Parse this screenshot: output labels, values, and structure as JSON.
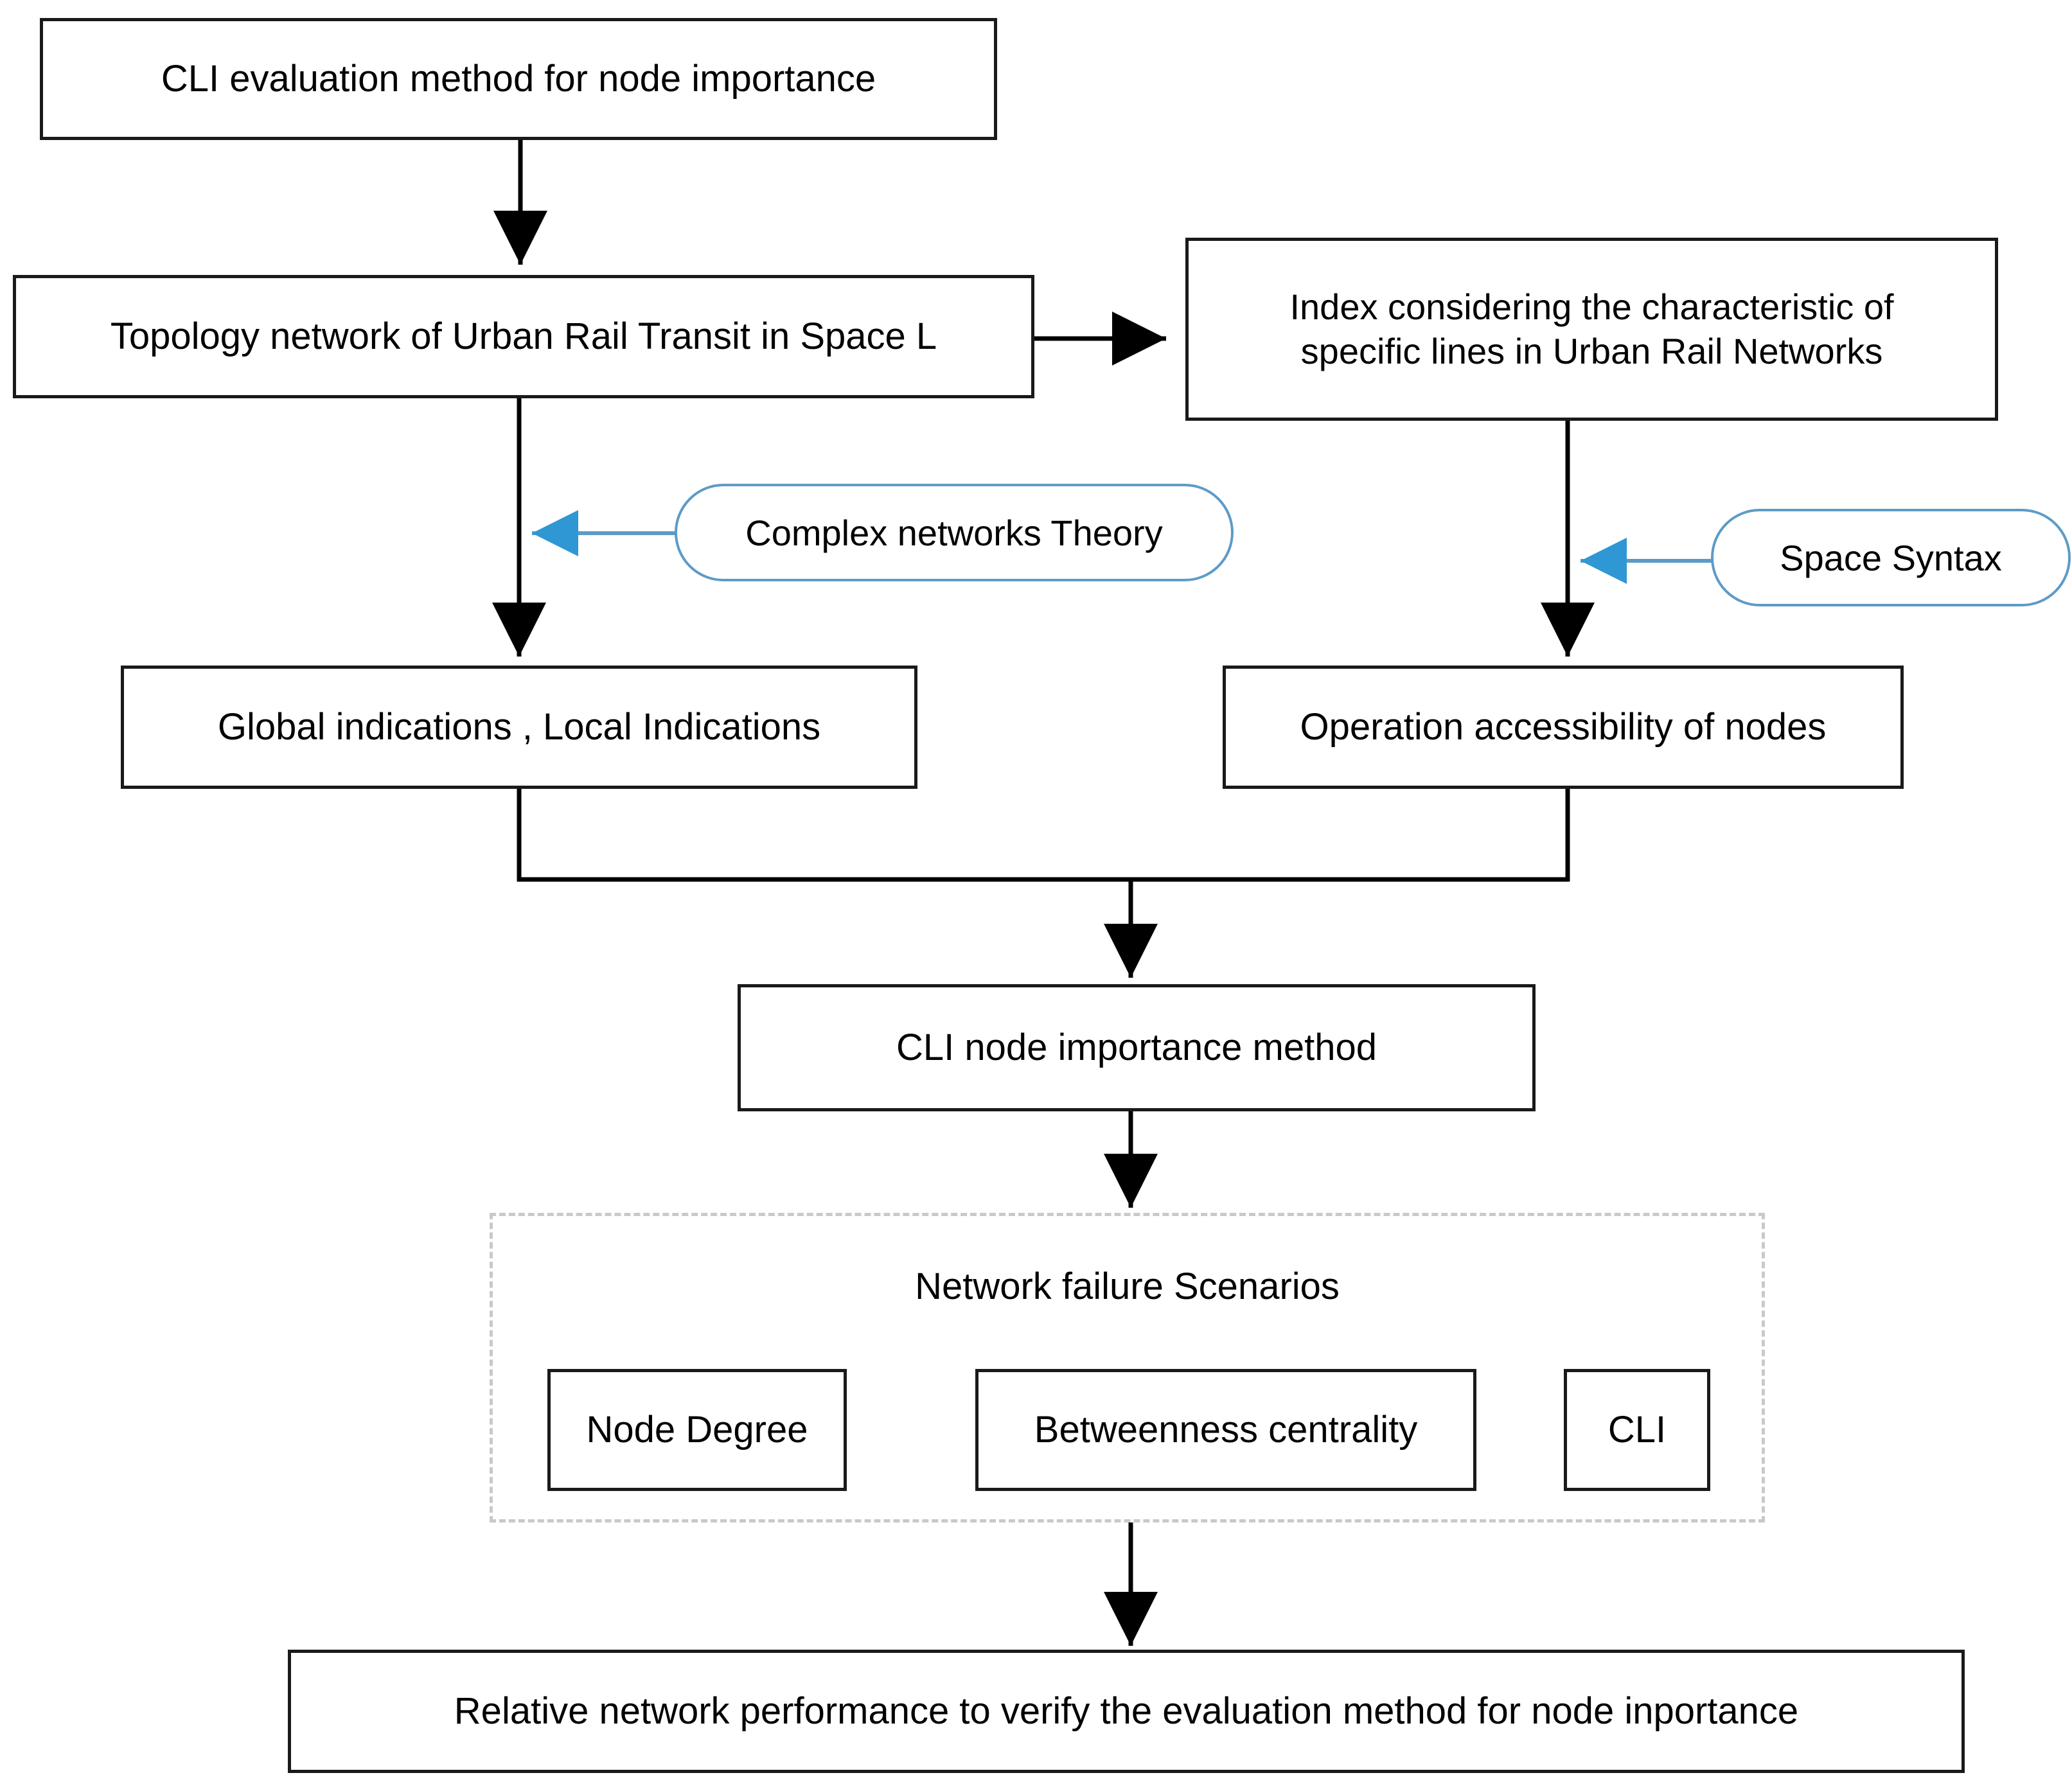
{
  "diagram": {
    "title": "CLI evaluation method for node importance flowchart",
    "colors": {
      "box_border": "#1a1a1a",
      "pill_border": "#5d9bc6",
      "pill_arrow": "#2e97d4",
      "dashed_border": "#c9c9c9",
      "connector": "#000000",
      "background": "#ffffff"
    },
    "nodes": {
      "root": {
        "label": "CLI evaluation method for node importance"
      },
      "topology": {
        "label": "Topology network of Urban Rail Transit in Space L"
      },
      "index": {
        "line1": "Index considering the characteristic of",
        "line2": "specific lines in Urban Rail Networks"
      },
      "complex_theory": {
        "label": "Complex networks Theory"
      },
      "space_syntax": {
        "label": "Space Syntax"
      },
      "indications": {
        "label": "Global indications , Local Indications"
      },
      "accessibility": {
        "label": "Operation accessibility of nodes"
      },
      "cli_method": {
        "label": "CLI node importance method"
      },
      "failure_group": {
        "title": "Network failure Scenarios"
      },
      "scenario_node_degree": {
        "label": "Node Degree"
      },
      "scenario_betweenness": {
        "label": "Betweenness centrality"
      },
      "scenario_cli": {
        "label": "CLI"
      },
      "result": {
        "label": "Relative network performance to verify the evaluation method for node inportance"
      }
    }
  }
}
